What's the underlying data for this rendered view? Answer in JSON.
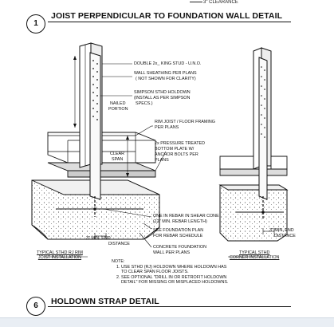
{
  "top_note": "3\" CLEARANCE",
  "detail_1": {
    "number": "1",
    "title": "JOIST PERPENDICULAR TO FOUNDATION WALL DETAIL",
    "annotations": {
      "stud": "DOUBLE 2x_ KING STUD - U.N.O.",
      "sheathing_1": "WALL SHEATHING PER PLANS",
      "sheathing_2": "( NOT SHOWN FOR CLARITY)",
      "holdown_1": "SIMPSON STHD HOLDOWN",
      "holdown_2": "(INSTALL AS PER SIMPSON",
      "holdown_3": "SPECS.)",
      "nailed_1": "NAILED",
      "nailed_2": "PORTION",
      "rim_1": "RIM JOIST / FLOOR FRAMING",
      "rim_2": "PER PLANS",
      "clear_1": "CLEAR",
      "clear_2": "SPAN",
      "plate_1": "2x PRESSURE TREATED",
      "plate_2": "BOTTOM PLATE W/",
      "plate_3": "ANCHOR BOLTS PER",
      "plate_4": "PLANS",
      "rebar_1": "ONE IN REBAR IN SHEAR CONE",
      "rebar_2": "(12\" MIN. REBAR LENGTH)",
      "found_1": "SEE FOUNDATION PLAN",
      "found_2": "FOR REBAR SCHEDULE",
      "end_dist_1": "3\" MIN. END",
      "end_dist_2": "DISTANCE",
      "concrete_1": "CONCRETE FOUNDATION",
      "concrete_2": "WALL PER PLANS",
      "end_dist_r1": "3\" MIN. END",
      "end_dist_r2": "DISTANCE"
    },
    "caption_left_1": "TYPICAL STHD RJ RIM",
    "caption_left_2": "JOIST INSTALLATION",
    "caption_right_1": "TYPICAL STHD",
    "caption_right_2": "CORNER INSTALLATION",
    "notes_heading": "NOTE:",
    "notes": [
      "1. USE STHD (RJ) HOLDOWN WHERE HOLDOWN HAS",
      "TO CLEAR SPAN FLOOR JOISTS.",
      "2. SEE OPTIONAL \"DRILL IN OR RETROFIT HOLDOWN",
      "DETAIL\" FOR MISSING OR MISPLACED HOLDOWNS."
    ]
  },
  "detail_6": {
    "number": "6",
    "title": "HOLDOWN STRAP DETAIL"
  }
}
